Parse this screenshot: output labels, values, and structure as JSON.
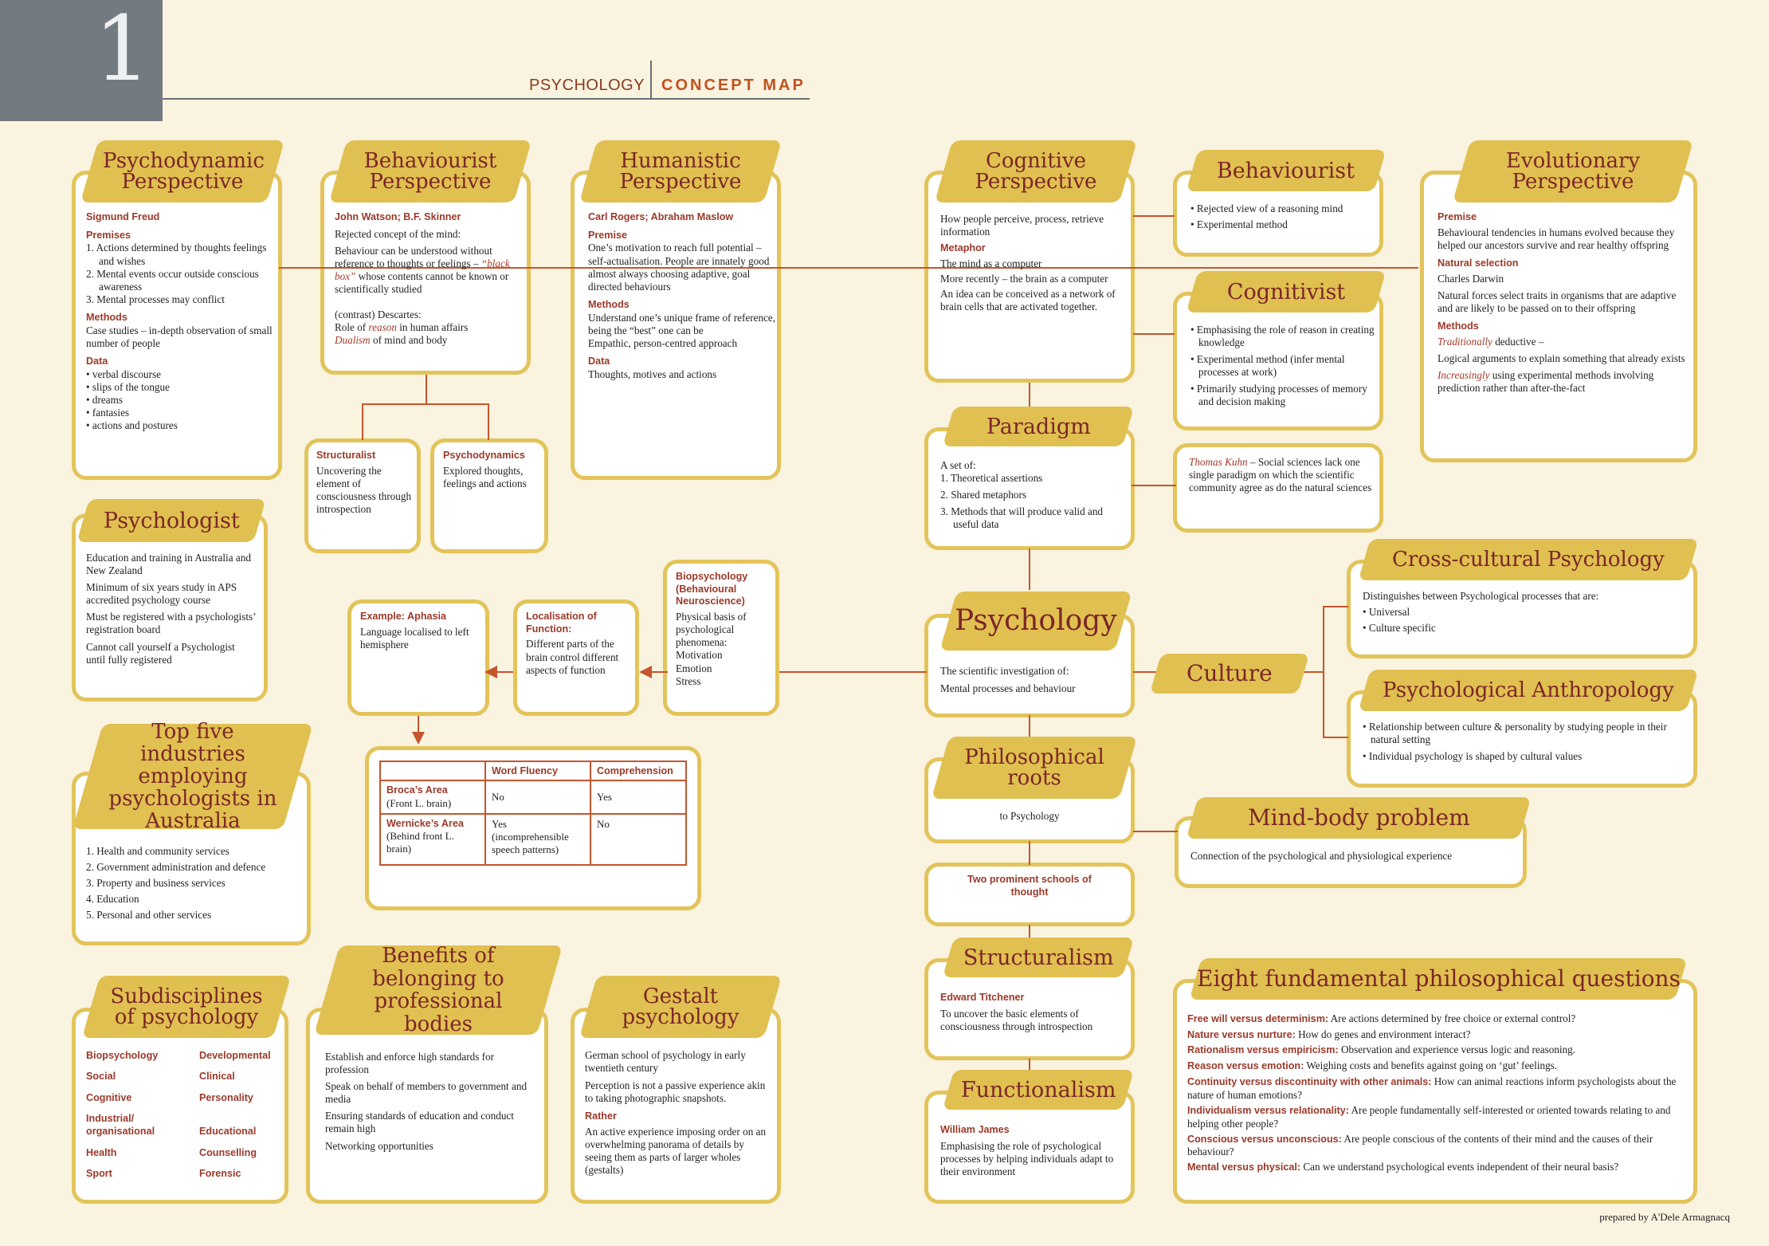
{
  "page": {
    "chapter": "1",
    "subject": "PSYCHOLOGY",
    "map_label": "CONCEPT MAP",
    "credit": "prepared by A'Dele Armagnacq"
  },
  "psychodynamic": {
    "title": "Psychodynamic Perspective",
    "people": "Sigmund Freud",
    "premises_h": "Premises",
    "premises": [
      "1. Actions determined by thoughts feelings and wishes",
      "2. Mental events occur outside conscious awareness",
      "3. Mental processes may conflict"
    ],
    "methods_h": "Methods",
    "methods": "Case studies – in-depth observation of small number of people",
    "data_h": "Data",
    "data": [
      "• verbal discourse",
      "• slips of the tongue",
      "• dreams",
      "• fantasies",
      "• actions and postures"
    ]
  },
  "behaviourist_persp": {
    "title": "Behaviourist Perspective",
    "people": "John Watson; B.F. Skinner",
    "p1": "Rejected concept of the mind:",
    "p2a": "Behaviour can be understood without reference to thoughts or feelings – ",
    "p2b": "“black box”",
    "p2c": " whose contents cannot be known or scientifically studied",
    "p3": "(contrast) Descartes:",
    "p4a": "Role of ",
    "p4b": "reason",
    "p4c": " in human affairs",
    "p5a": "Dualism",
    "p5b": " of mind and body"
  },
  "structuralist": {
    "heading": "Structuralist",
    "text": "Uncovering the element of consciousness through introspection"
  },
  "psychodynamics": {
    "heading": "Psychodynamics",
    "text": "Explored thoughts, feelings and actions"
  },
  "humanistic": {
    "title": "Humanistic Perspective",
    "people": "Carl Rogers; Abraham Maslow",
    "premise_h": "Premise",
    "premise": "One’s motivation to reach full potential – self-actualisation. People are innately good almost always choosing adaptive, goal directed behaviours",
    "methods_h": "Methods",
    "methods1": "Understand one’s unique frame of reference, being the “best” one can be",
    "methods2": "Empathic, person-centred approach",
    "data_h": "Data",
    "data": "Thoughts, motives and actions"
  },
  "cognitive": {
    "title": "Cognitive Perspective",
    "intro": "How people perceive, process, retrieve information",
    "metaphor_h": "Metaphor",
    "m1": "The mind as a computer",
    "m2": "More recently – the brain as a computer",
    "m3": "An idea can be conceived as a network of brain cells that are activated together."
  },
  "behaviourist_small": {
    "title": "Behaviourist",
    "items": [
      "• Rejected view of a reasoning mind",
      "• Experimental method"
    ]
  },
  "cognitivist": {
    "title": "Cognitivist",
    "items": [
      "• Emphasising the role of reason in creating knowledge",
      "• Experimental method (infer mental processes at work)",
      "• Primarily studying processes of memory and decision making"
    ]
  },
  "evolutionary": {
    "title": "Evolutionary Perspective",
    "premise_h": "Premise",
    "premise": "Behavioural tendencies in humans evolved because they helped our ancestors survive and rear healthy offspring",
    "ns_h": "Natural selection",
    "ns1": "Charles Darwin",
    "ns2": "Natural forces select traits in organisms that are adaptive and are likely to be passed on to their offspring",
    "methods_h": "Methods",
    "m1a": "Traditionally",
    "m1b": " deductive –",
    "m2": "Logical arguments to explain something that already exists",
    "m3a": "Increasingly",
    "m3b": " using experimental methods involving prediction rather than after-the-fact"
  },
  "paradigm": {
    "title": "Paradigm",
    "intro": "A set of:",
    "items": [
      "1. Theoretical assertions",
      "2. Shared metaphors",
      "3. Methods that will produce valid and useful data"
    ]
  },
  "kuhn": {
    "name": "Thomas Kuhn",
    "text": " – Social sciences lack one single paradigm on which the scientific community agree as do the natural sciences"
  },
  "psychologist": {
    "title": "Psychologist",
    "items": [
      "Education and training in Australia and New Zealand",
      "Minimum of six years study in APS accredited psychology course",
      "Must be registered with a psychologists’ registration board",
      "Cannot call yourself a Psychologist until fully registered"
    ]
  },
  "top_five": {
    "title": "Top five industries employing psychologists in Australia",
    "items": [
      "1. Health and community services",
      "2. Government administration and defence",
      "3. Property and business services",
      "4. Education",
      "5. Personal and other services"
    ]
  },
  "biopsych": {
    "heading": "Biopsychology (Behavioural Neuroscience)",
    "text": "Physical basis of psychological phenomena:",
    "list": [
      "Motivation",
      "Emotion",
      "Stress"
    ]
  },
  "localisation": {
    "heading": "Localisation of Function:",
    "text": "Different parts of the brain control different aspects of function"
  },
  "aphasia": {
    "heading": "Example: Aphasia",
    "text": "Language localised to left hemisphere"
  },
  "brain_table": {
    "col1": "Word Fluency",
    "col2": "Comprehension",
    "rows": [
      {
        "area": "Broca’s Area",
        "loc": "(Front L. brain)",
        "fluency": "No",
        "comp": "Yes"
      },
      {
        "area": "Wernicke’s Area",
        "loc": "(Behind front L. brain)",
        "fluency": "Yes (incomprehensible speech patterns)",
        "comp": "No"
      }
    ]
  },
  "psychology": {
    "title": "Psychology",
    "text1": "The scientific investigation of:",
    "text2": "Mental processes and behaviour"
  },
  "culture": {
    "title": "Culture"
  },
  "cross_cultural": {
    "title": "Cross-cultural Psychology",
    "intro": "Distinguishes between Psychological processes that are:",
    "items": [
      "• Universal",
      "• Culture specific"
    ]
  },
  "anthropology": {
    "title": "Psychological Anthropology",
    "items": [
      "• Relationship between culture & personality by studying people in their natural setting",
      "• Individual psychology is shaped by cultural values"
    ]
  },
  "philosophical": {
    "title": "Philosophical roots",
    "text": "to Psychology"
  },
  "mind_body": {
    "title": "Mind-body problem",
    "text": "Connection of the psychological and physiological experience"
  },
  "schools": {
    "text": "Two prominent schools of thought"
  },
  "structuralism": {
    "title": "Structuralism",
    "person": "Edward Titchener",
    "text": "To uncover the basic elements of consciousness through introspection"
  },
  "functionalism": {
    "title": "Functionalism",
    "person": "William James",
    "text": "Emphasising the role of psychological processes by helping individuals adapt to their environment"
  },
  "eight_questions": {
    "title": "Eight fundamental philosophical questions",
    "items": [
      {
        "h": "Free will versus determinism:",
        "t": " Are actions determined by free choice or external control?"
      },
      {
        "h": "Nature versus nurture:",
        "t": " How do genes and environment interact?"
      },
      {
        "h": "Rationalism versus empiricism:",
        "t": " Observation and experience versus logic and reasoning."
      },
      {
        "h": "Reason versus emotion:",
        "t": " Weighing costs and benefits against going on ‘gut’ feelings."
      },
      {
        "h": "Continuity versus discontinuity with other animals:",
        "t": " How can animal reactions inform psychologists about the nature of human emotions?"
      },
      {
        "h": "Individualism versus relationality:",
        "t": " Are people fundamentally self-interested or oriented towards relating to and helping other people?"
      },
      {
        "h": "Conscious versus unconscious:",
        "t": " Are people conscious of the contents of their mind and the causes of their behaviour?"
      },
      {
        "h": "Mental versus physical:",
        "t": " Can we understand psychological events independent of their neural basis?"
      }
    ]
  },
  "subdisciplines": {
    "title": "Subdisciplines of psychology",
    "col1": [
      "Biopsychology",
      "Social",
      "Cognitive",
      "Industrial/ organisational",
      "Health",
      "Sport"
    ],
    "col2": [
      "Developmental",
      "Clinical",
      "Personality",
      "Educational",
      "Counselling",
      "Forensic"
    ]
  },
  "benefits": {
    "title": "Benefits of belonging to professional bodies",
    "items": [
      "Establish and enforce high standards for profession",
      "Speak on behalf of members to government and media",
      "Ensuring standards of education and conduct remain high",
      "Networking opportunities"
    ]
  },
  "gestalt": {
    "title": "Gestalt psychology",
    "p1": "German school of psychology in early twentieth century",
    "p2": "Perception is not a passive experience akin to taking photographic snapshots.",
    "rather_h": "Rather",
    "p3": "An active experience imposing order on an overwhelming panorama of details by seeing them as parts of larger wholes (gestalts)"
  },
  "colors": {
    "background": "#f9f3e0",
    "box_border": "#e3c45a",
    "title_fill": "#e0c050",
    "title_text": "#7c2628",
    "heading_red": "#9a3a2a",
    "connector": "#c5552d",
    "chapter_tab": "#737a80"
  }
}
